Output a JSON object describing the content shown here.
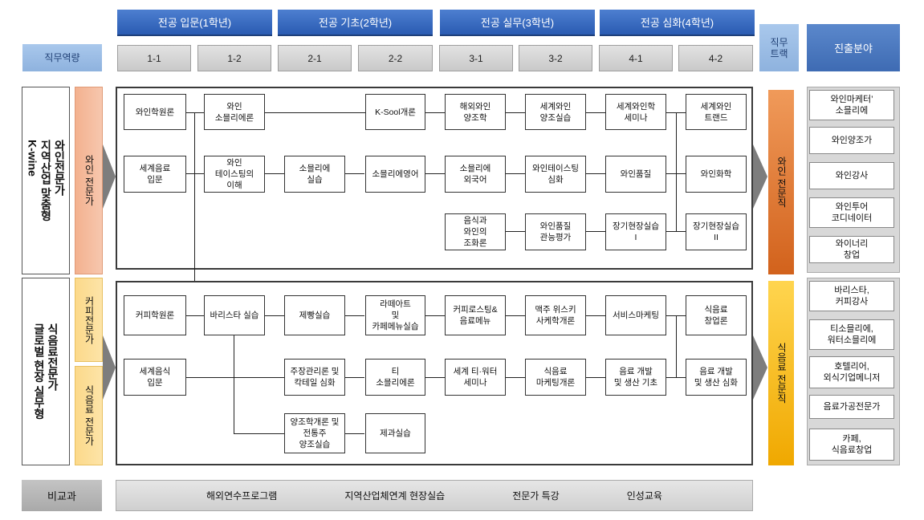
{
  "years": [
    "전공 입문(1학년)",
    "전공 기초(2학년)",
    "전공 실무(3학년)",
    "전공 심화(4학년)"
  ],
  "semesters": [
    "1-1",
    "1-2",
    "2-1",
    "2-2",
    "3-1",
    "3-2",
    "4-1",
    "4-2"
  ],
  "labels": {
    "competency": "직무역량",
    "track": "직무\n트랙",
    "career": "진출분야",
    "non_major": "비교과"
  },
  "wine_section": {
    "category": "와인전문가\n지역산업 맞춤형\nK-wine",
    "sub": "와인 전문가",
    "track": "와인 전문직",
    "courses": [
      "와인학원론",
      "와인\n소믈리에론",
      "K-Sool개론",
      "해외와인\n양조학",
      "세계와인\n양조실습",
      "세계와인학\n세미나",
      "세계와인\n트랜드",
      "세계음료\n입문",
      "와인\n테이스팅의\n이해",
      "소믈리에\n실습",
      "소믈리에영어",
      "소믈리에\n외국어",
      "와인테이스팅\n심화",
      "와인품질",
      "와인화학",
      "음식과\n와인의\n조화론",
      "와인품질\n관능평가",
      "장기현장실습\nI",
      "장기현장실습\nII"
    ]
  },
  "food_section": {
    "category": "식음료전문가\n글로벌 현장 실무형",
    "sub1": "커피전문가",
    "sub2": "식음료 전문가",
    "track": "식음료 전문직",
    "courses": [
      "커피학원론",
      "바리스타 실습",
      "제빵실습",
      "라떼아트\n및\n카페메뉴실습",
      "커피로스팅&\n음료메뉴",
      "맥주 위스키\n사케학개론",
      "서비스마케팅",
      "식음료\n창업론",
      "세계음식\n입문",
      "주장관리론 및\n칵테일 심화",
      "티\n소믈리에론",
      "세계 티·워터\n세미나",
      "식음료\n마케팅개론",
      "음료 개발\n및 생산 기초",
      "음료 개발\n및 생산 심화",
      "양조학개론 및\n전통주\n양조실습",
      "제과실습"
    ]
  },
  "careers_wine": [
    "와인마케터’\n소믈리에",
    "와인양조가",
    "와인강사",
    "와인투어\n코디네이터",
    "와이너리\n창업"
  ],
  "careers_food": [
    "바리스타,\n커피강사",
    "티소믈리에,\n워터소믈리에",
    "호텔리어,\n외식기업메니저",
    "음료가공전문가",
    "카페,\n식음료창업"
  ],
  "extracurricular": [
    "해외연수프로그램",
    "지역산업체연계 현장실습",
    "전문가 특강",
    "인성교육"
  ]
}
